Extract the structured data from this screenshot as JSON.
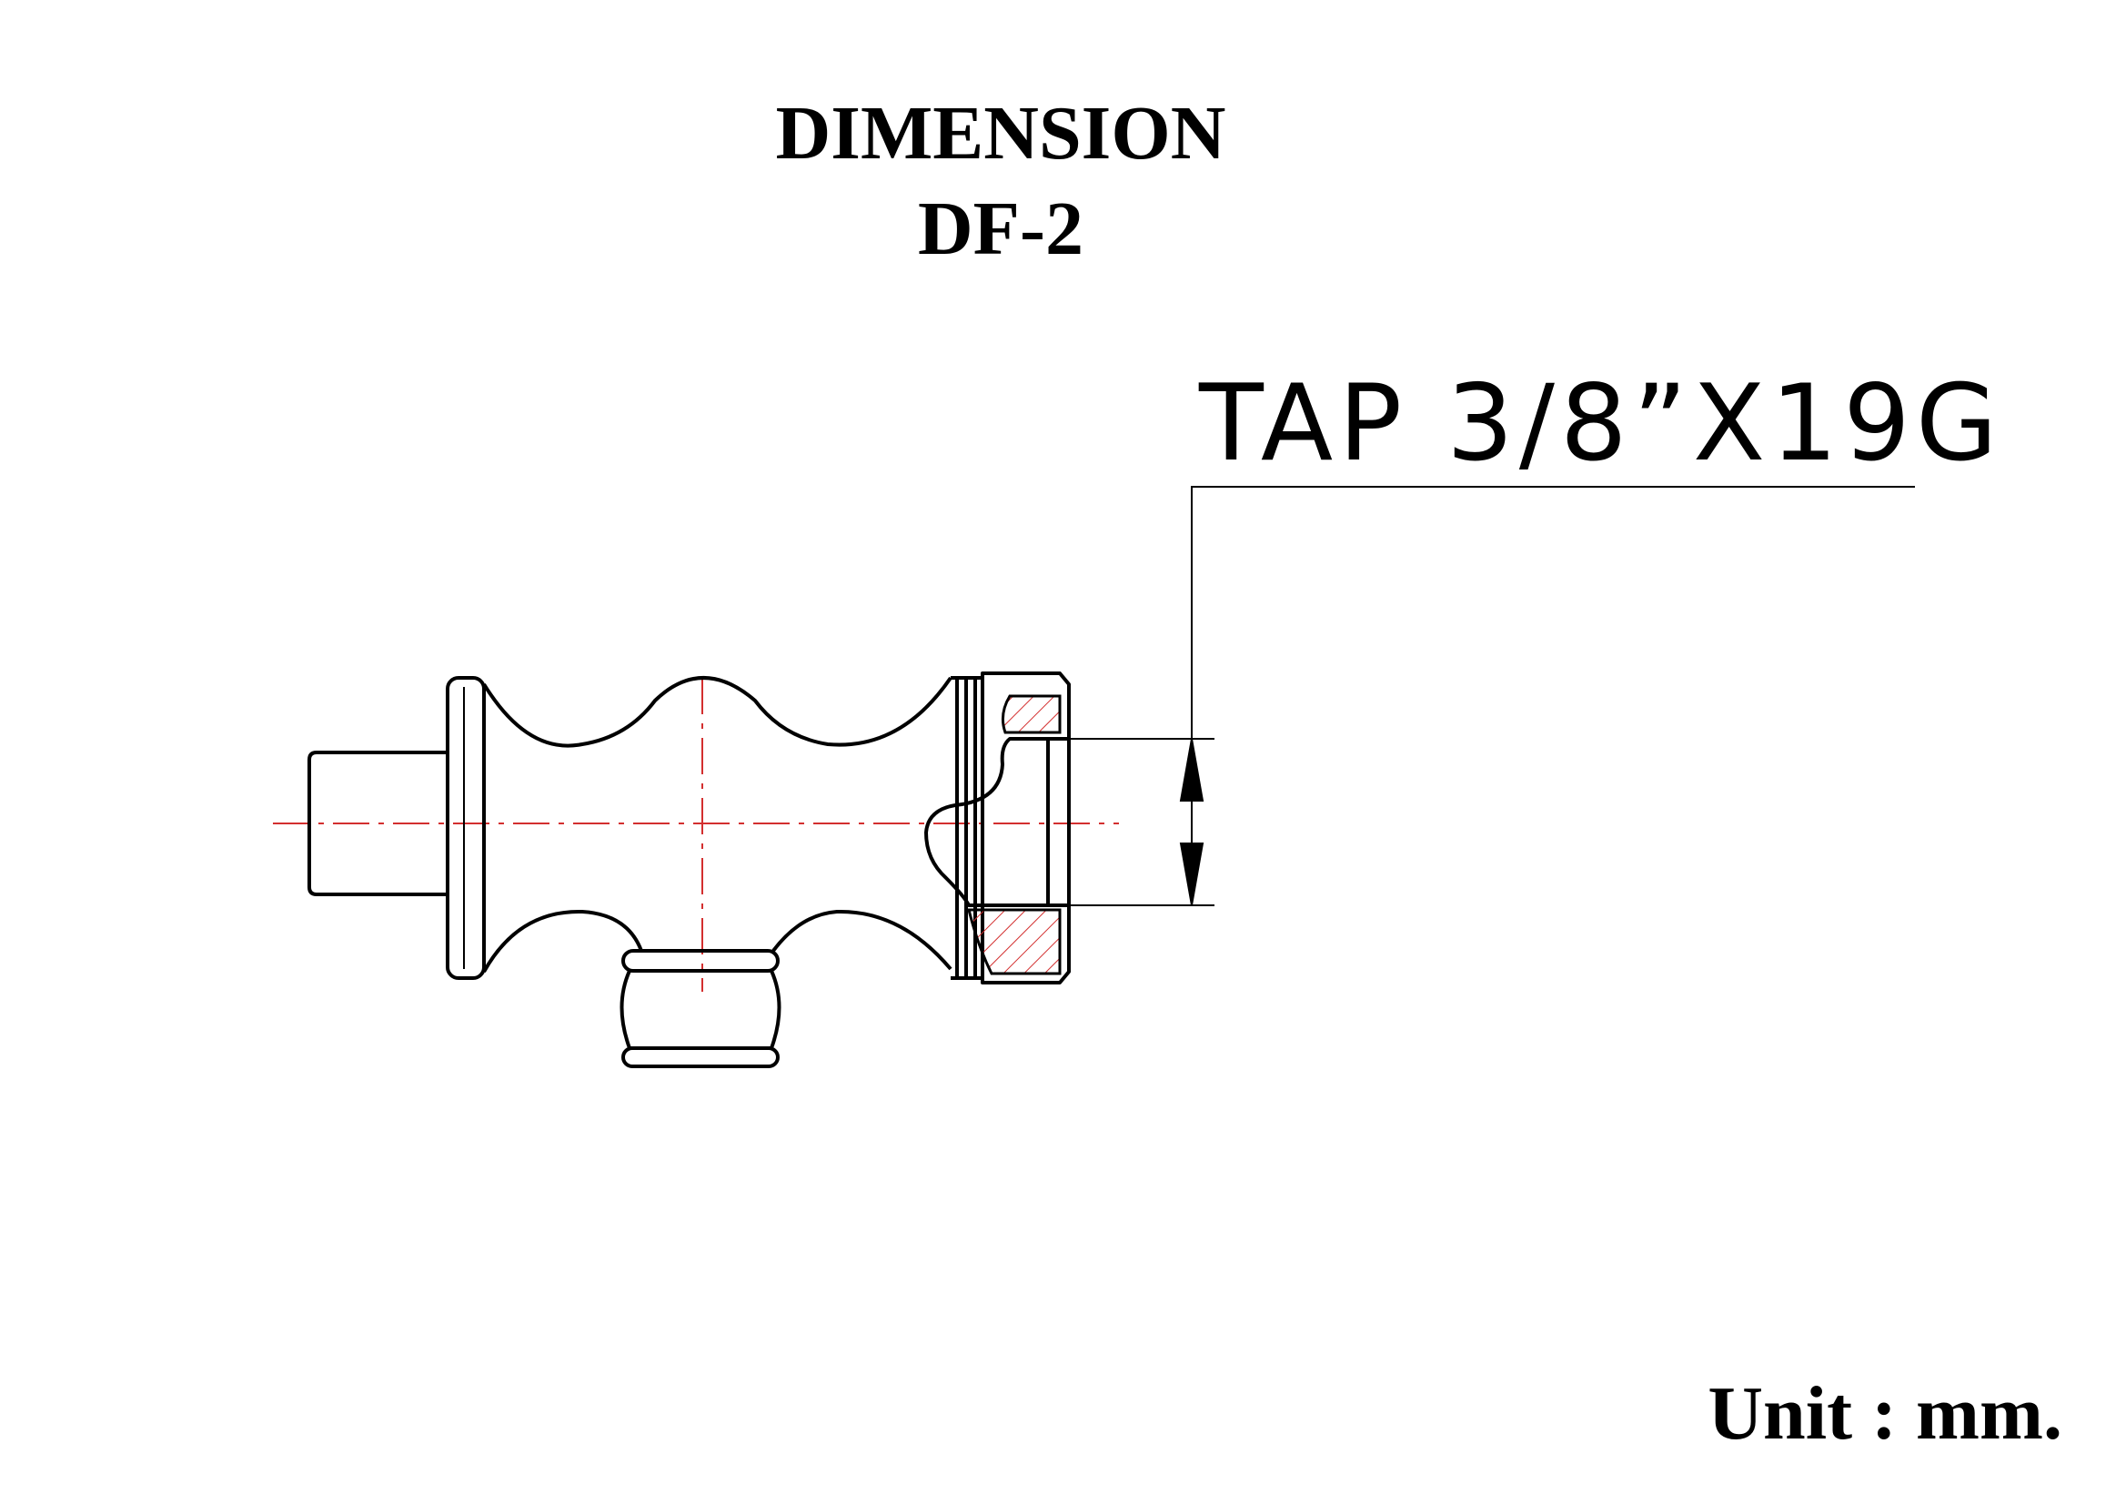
{
  "title": {
    "line1": "DIMENSION",
    "line2": "DF-2"
  },
  "callout": {
    "label": "TAP 3/8”X19G"
  },
  "unit_label": "Unit : mm.",
  "colors": {
    "outline": "#000000",
    "centerline": "#d32f2f",
    "hatch": "#d32f2f"
  }
}
